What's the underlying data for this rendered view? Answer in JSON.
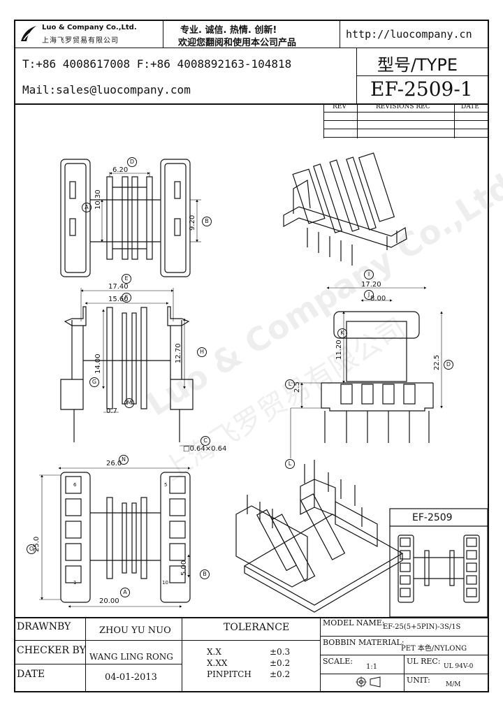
{
  "header": {
    "company_name": "Luo & Company Co.,Ltd.",
    "company_name_cn": "上海飞罗贸易有限公司",
    "slogan_line1": "专业. 诚信.  热情.  创新!",
    "slogan_line2": "欢迎您翻阅和使用本公司产品",
    "website": "http://luocompany.cn",
    "phone": "T:+86 4008617008 F:+86 4008892163-104818",
    "mail": "Mail:sales@luocompany.com",
    "type_label": "型号/TYPE",
    "model": "EF-2509-1"
  },
  "revisions": {
    "col_rev": "REV",
    "col_rec": "REVISIONS REC",
    "col_date": "DATE"
  },
  "watermark": {
    "line1": "Luo & Company Co.,Ltd.",
    "line2": "上海飞罗贸易有限公司"
  },
  "drawing": {
    "top_view": {
      "dim_d": "6.20",
      "dim_a": "10.30",
      "dim_b": "9.20"
    },
    "front_view": {
      "dim_e": "17.40",
      "dim_f": "15.60",
      "dim_g": "14.00",
      "dim_h": "12.70",
      "dim_m": "0.7",
      "dim_c": "□0.64×0.64"
    },
    "side_view": {
      "dim_i": "17.20",
      "dim_j": "8.00",
      "dim_k": "11.20",
      "dim_l": "2.5",
      "dim_total": "22.5"
    },
    "bottom_view": {
      "dim_n": "26.0",
      "dim_o": "25.0",
      "dim_p": "20.00",
      "dim_q": "5.00"
    },
    "circle_letters": {
      "a": "A",
      "b": "B",
      "c": "C",
      "d": "D",
      "e": "E",
      "f": "F",
      "g": "G",
      "h": "H",
      "i": "I",
      "j": "J",
      "k": "K",
      "l": "L",
      "m": "M",
      "n": "N",
      "o": "O"
    },
    "pin_labels": [
      "1",
      "10",
      "5",
      "6"
    ],
    "inset_title": "EF-2509"
  },
  "title_block": {
    "drawnby_label": "DRAWNBY",
    "drawnby_value": "ZHOU YU NUO",
    "checker_label": "CHECKER BY",
    "checker_value": "WANG LING RONG",
    "date_label": "DATE",
    "date_value": "04-01-2013",
    "tolerance_label": "TOLERANCE",
    "tol_xx_label": "X.X",
    "tol_xx_value": "±0.3",
    "tol_xxx_label": "X.XX",
    "tol_xxx_value": "±0.2",
    "tol_pin_label": "PINPITCH",
    "tol_pin_value": "±0.2",
    "model_name_label": "MODEL NAME:",
    "model_name_value": "EF-25(5+5PIN)-3S/1S",
    "bobbin_label": "BOBBIN MATERIAL:",
    "bobbin_value": "PET 本色/NYLONG",
    "scale_label": "SCALE:",
    "scale_value": "1:1",
    "ul_label": "UL REC:",
    "ul_value": "UL 94V-0",
    "unit_label": "UNIT:",
    "unit_value": "M/M"
  }
}
